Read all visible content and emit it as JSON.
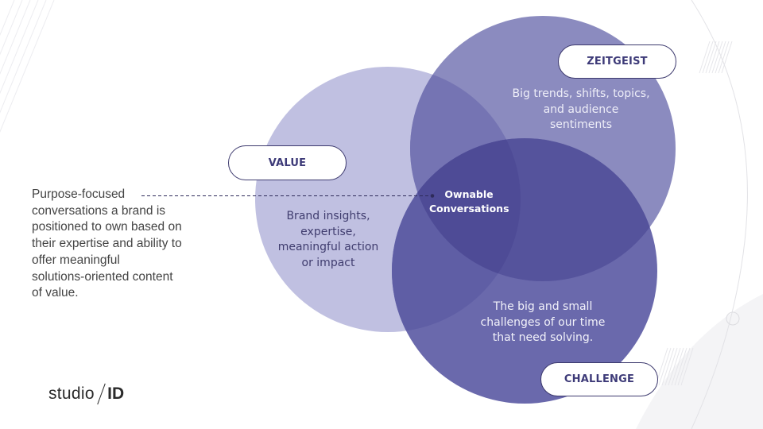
{
  "description": {
    "lines": [
      "Purpose-focused",
      "conversations a brand is",
      "positioned to own based on",
      "their expertise and ability to",
      "offer meaningful",
      "solutions-oriented content",
      "of value."
    ]
  },
  "venn": {
    "circles": [
      {
        "id": "value",
        "label": "VALUE",
        "color": "#c0c0e1",
        "lines": [
          "Brand insights,",
          "expertise,",
          "meaningful action",
          "or impact"
        ]
      },
      {
        "id": "zeitgeist",
        "label": "ZEITGEIST",
        "color": "#8b8bbf",
        "lines": [
          "Big trends, shifts, topics,",
          "and audience",
          "sentiments"
        ]
      },
      {
        "id": "challenge",
        "label": "CHALLENGE",
        "color": "#6a69ac",
        "lines": [
          "The big and small",
          "challenges of our time",
          "that need solving."
        ]
      }
    ],
    "center": {
      "lines": [
        "Ownable",
        "Conversations"
      ],
      "color": "#4e4b96"
    }
  },
  "logo": {
    "studio": "studio",
    "id": "ID"
  },
  "colors": {
    "pill_border": "#3d3a6e",
    "pill_text": "#3d3a78",
    "body_text": "#444444",
    "connector": "#2e2b5a"
  }
}
